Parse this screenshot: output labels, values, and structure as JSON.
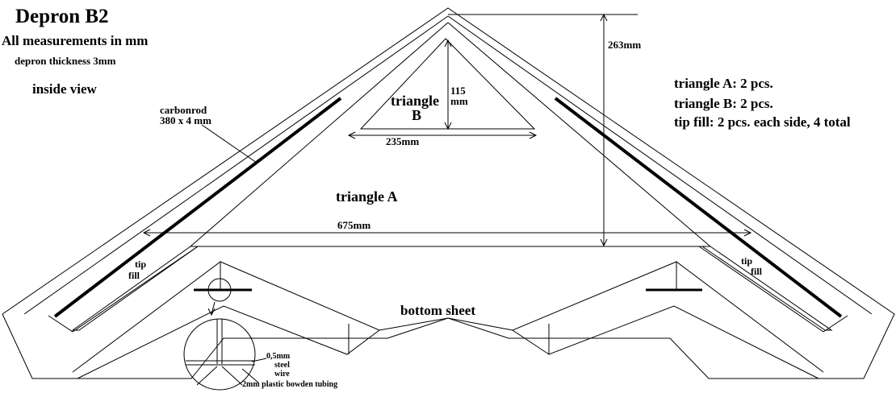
{
  "header": {
    "title": "Depron B2",
    "units_note": "All measurements in mm",
    "thickness_note": "depron thickness 3mm",
    "view_note": "inside view"
  },
  "carbonrod": {
    "line1": "carbonrod",
    "line2": "380 x 4 mm"
  },
  "triangle_b": {
    "label_line1": "triangle",
    "label_line2": "B",
    "height_line1": "115",
    "height_line2": "mm",
    "width": "235mm"
  },
  "triangle_a": {
    "label": "triangle A",
    "width": "675mm"
  },
  "overall_height": "263mm",
  "parts_list": {
    "line1": "triangle A: 2 pcs.",
    "line2": "triangle B: 2 pcs.",
    "line3": "tip fill: 2 pcs. each side, 4 total"
  },
  "tip_fill": {
    "left_line1": "tip",
    "left_line2": "fill",
    "right_line1": "tip",
    "right_line2": "fill"
  },
  "bottom_sheet": "bottom sheet",
  "detail": {
    "steel_line1": "0,5mm",
    "steel_line2": "steel",
    "steel_line3": "wire",
    "bowden": "2mm plastic bowden tubing"
  },
  "colors": {
    "line": "#000000",
    "background": "#ffffff"
  }
}
